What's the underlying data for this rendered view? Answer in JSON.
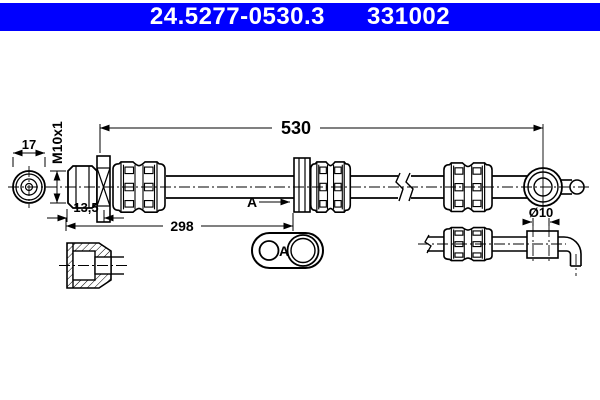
{
  "header": {
    "part_number": "24.5277-0530.3",
    "reference_number": "331002",
    "bar_color": "#0000ff",
    "text_color": "#ffffff"
  },
  "drawing": {
    "line_color": "#000000",
    "dimensions": {
      "overall_length": "530",
      "first_section_length": "298",
      "fitting_length": "13,5",
      "hex_width": "17",
      "thread_spec": "M10x1",
      "pipe_diameter": "Ø10"
    },
    "labels": {
      "bracket_view": "A"
    }
  }
}
